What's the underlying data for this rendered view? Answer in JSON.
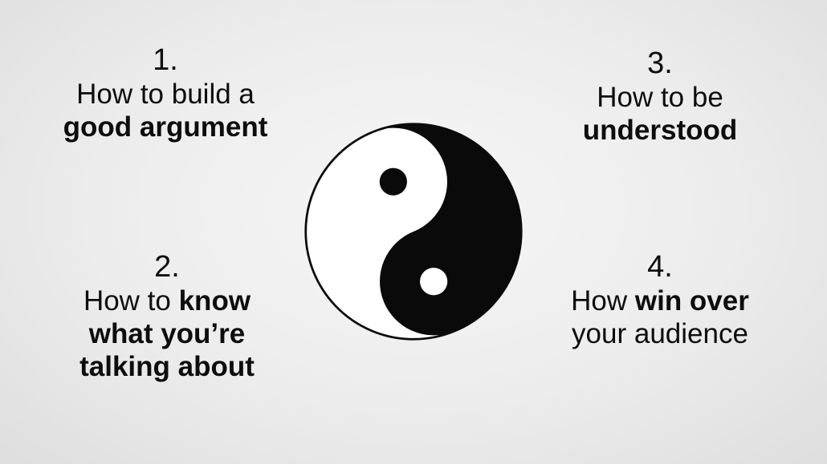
{
  "points": [
    {
      "number": "1.",
      "line1_plain": "How to build a",
      "line1_bold": "",
      "line2": "good argument",
      "line3": ""
    },
    {
      "number": "2.",
      "line1_plain": "How to ",
      "line1_bold": "know",
      "line2": "what you’re",
      "line3": "talking about"
    },
    {
      "number": "3.",
      "line1_plain": "How to be",
      "line1_bold": "",
      "line2": "understood",
      "line3": ""
    },
    {
      "number": "4.",
      "line1_plain": "How ",
      "line1_bold": "win over",
      "line2": "your audience",
      "line3": ""
    }
  ],
  "symbol": {
    "icon": "yin-yang-icon",
    "dark_color": "#0a0a0a",
    "light_color": "#ffffff"
  }
}
